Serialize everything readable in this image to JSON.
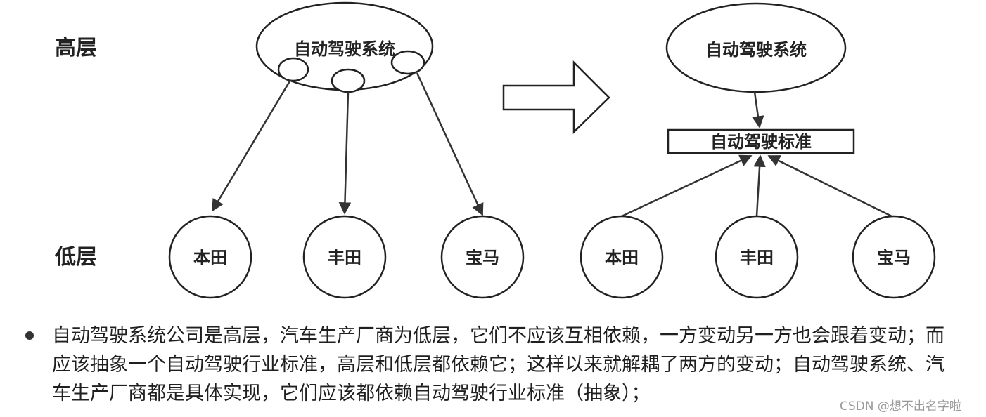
{
  "tiers": {
    "high": "高层",
    "low": "低层"
  },
  "before": {
    "system": "自动驾驶系统",
    "makers": [
      "本田",
      "丰田",
      "宝马"
    ]
  },
  "after": {
    "system": "自动驾驶系统",
    "standard": "自动驾驶标准",
    "makers": [
      "本田",
      "丰田",
      "宝马"
    ]
  },
  "caption": {
    "text": "自动驾驶系统公司是高层，汽车生产厂商为低层，它们不应该互相依赖，一方变动另一方也会跟着变动；而应该抽象一个自动驾驶行业标准，高层和低层都依赖它；这样以来就解耦了两方的变动；自动驾驶系统、汽车生产厂商都是具体实现，它们应该都依赖自动驾驶行业标准（抽象）；"
  },
  "watermark": "CSDN @想不出名字啦",
  "colors": {
    "stroke": "#222222",
    "text": "#1f1f1f",
    "watermark": "#9a9a9a"
  }
}
